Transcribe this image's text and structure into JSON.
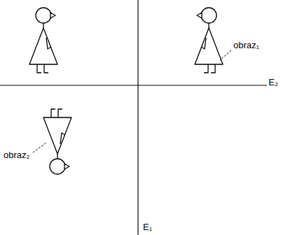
{
  "diagram": {
    "labels": [
      "obraz₁",
      "E₂",
      "obraz₂",
      "E₁"
    ]
  }
}
